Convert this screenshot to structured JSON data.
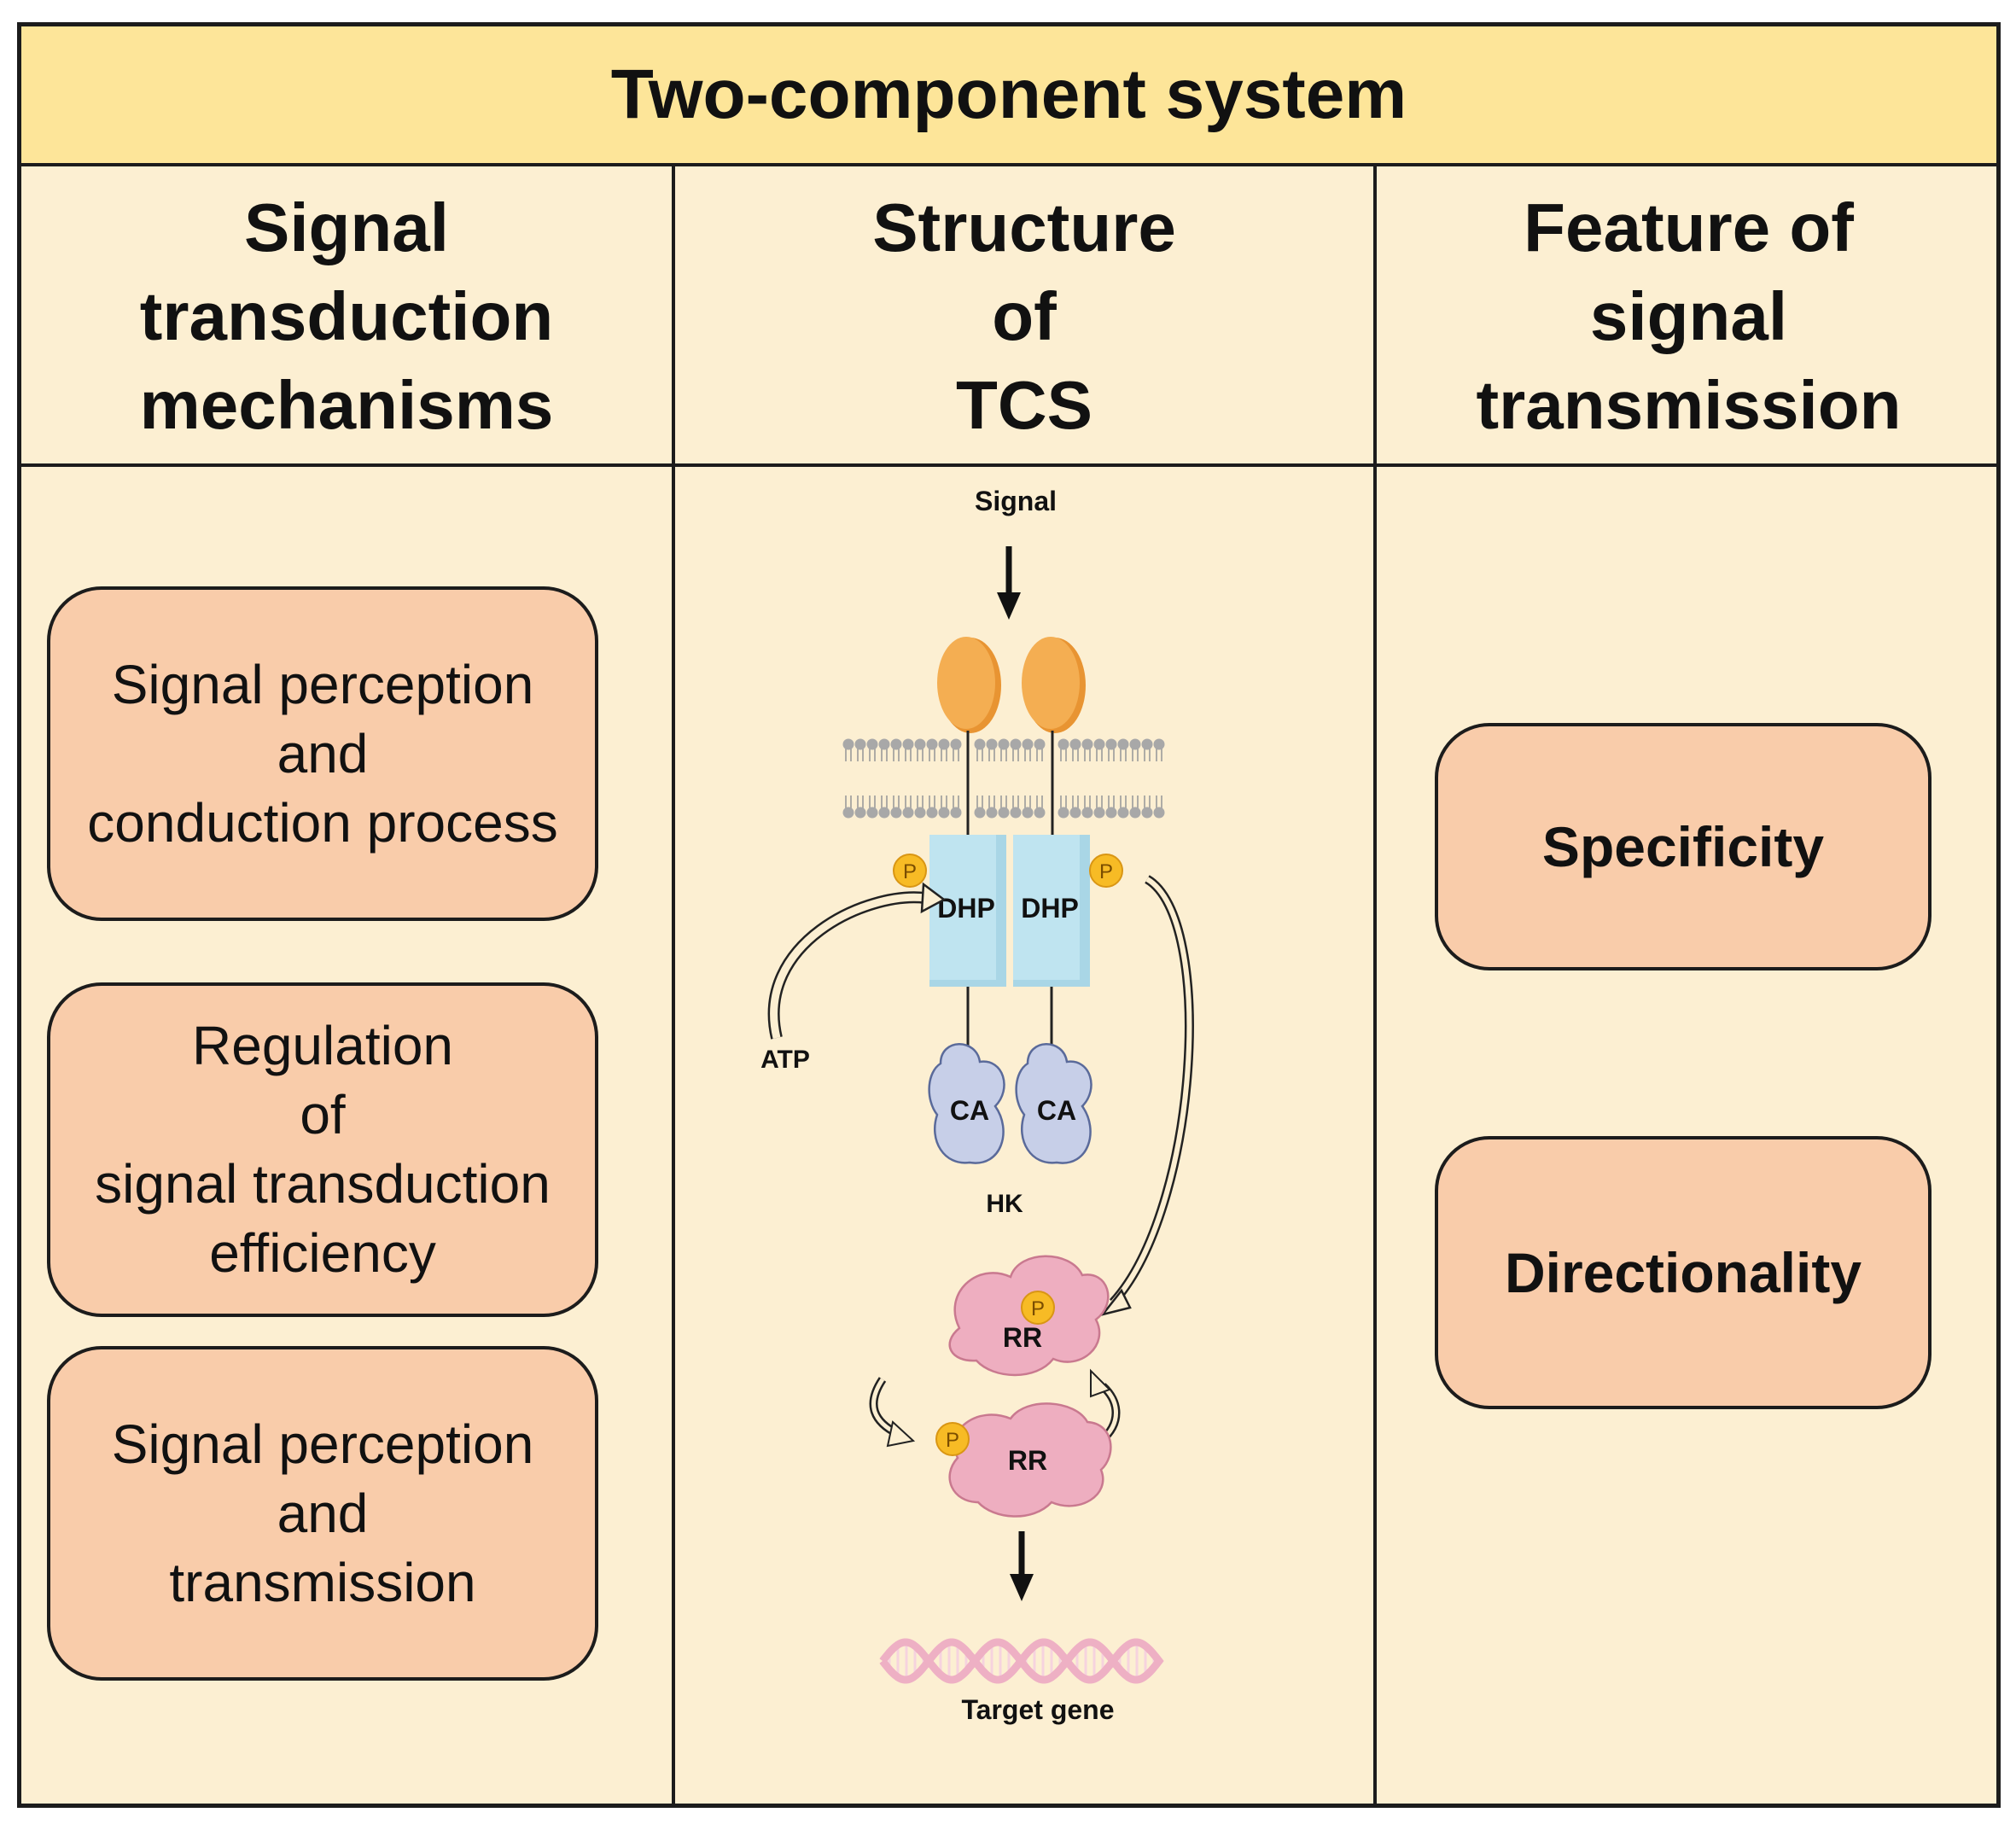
{
  "title": "Two-component system",
  "columns": [
    {
      "heading": [
        "Signal",
        "transduction",
        "mechanisms"
      ]
    },
    {
      "heading": [
        "Structure",
        "of",
        "TCS"
      ]
    },
    {
      "heading": [
        "Feature of",
        "signal",
        "transmission"
      ]
    }
  ],
  "mechanisms": [
    {
      "lines": [
        "Signal perception",
        "and",
        "conduction process"
      ]
    },
    {
      "lines": [
        "Regulation",
        "of",
        "signal transduction",
        "efficiency"
      ]
    },
    {
      "lines": [
        "Signal perception",
        "and",
        "transmission"
      ]
    }
  ],
  "features": [
    {
      "label": "Specificity"
    },
    {
      "label": "Directionality"
    }
  ],
  "diagram": {
    "signal": "Signal",
    "dhp_left": "DHP",
    "dhp_right": "DHP",
    "ca_left": "CA",
    "ca_right": "CA",
    "hk": "HK",
    "atp": "ATP",
    "rr_top": "RR",
    "rr_bottom": "RR",
    "phosphate": "P",
    "target_gene": "Target gene"
  },
  "colors": {
    "title_bg": "#fde599",
    "panel_bg": "#fcefd2",
    "card_bg": "#f9ccaa",
    "receptor": "#f2a948",
    "dhp": "#b8e1ee",
    "ca": "#c7cfe8",
    "rr": "#eeaec0",
    "phosphate": "#f7bb25",
    "dna": "#f0b7c8"
  }
}
